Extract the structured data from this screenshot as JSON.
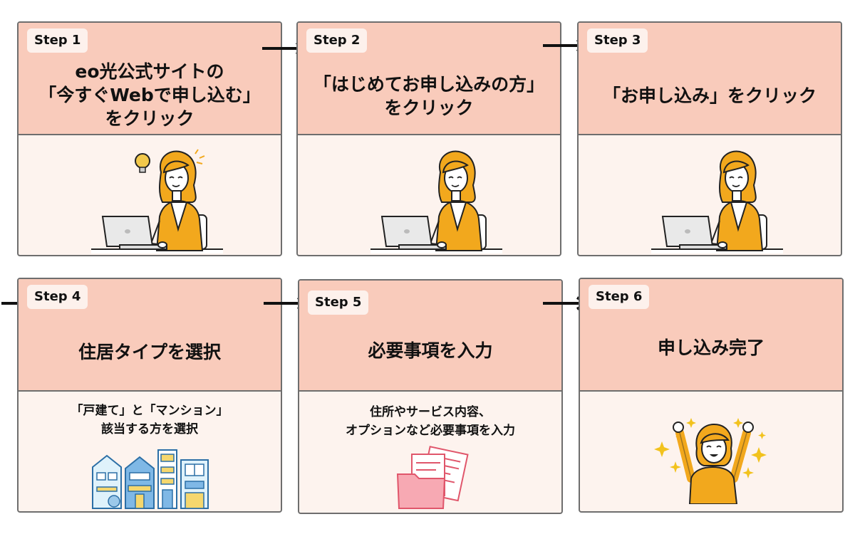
{
  "steps": [
    {
      "badge": "Step 1",
      "title": [
        "eo光公式サイトの",
        "「今すぐWebで申し込む」",
        "をクリック"
      ]
    },
    {
      "badge": "Step 2",
      "title": [
        "「はじめてお申し込みの方」",
        "をクリック"
      ]
    },
    {
      "badge": "Step 3",
      "title": [
        "「お申し込み」をクリック"
      ]
    },
    {
      "badge": "Step 4",
      "title": [
        "住居タイプを選択"
      ],
      "desc": [
        "「戸建て」と「マンション」",
        "該当する方を選択"
      ]
    },
    {
      "badge": "Step 5",
      "title": [
        "必要事項を入力"
      ],
      "desc": [
        "住所やサービス内容、",
        "オプションなど必要事項を入力"
      ]
    },
    {
      "badge": "Step 6",
      "title": [
        "申し込み完了"
      ]
    }
  ],
  "icons": [
    "laptop-woman-idea-icon",
    "laptop-woman-icon",
    "laptop-woman-icon",
    "houses-icon",
    "documents-folder-icon",
    "celebrating-woman-icon"
  ],
  "colors": {
    "header": "#f9cbbb",
    "body": "#fdf3ee",
    "border": "#6e6e6e",
    "hair": "#f2a81d",
    "cardigan": "#f2a81d",
    "folder": "#f7a9b3"
  }
}
